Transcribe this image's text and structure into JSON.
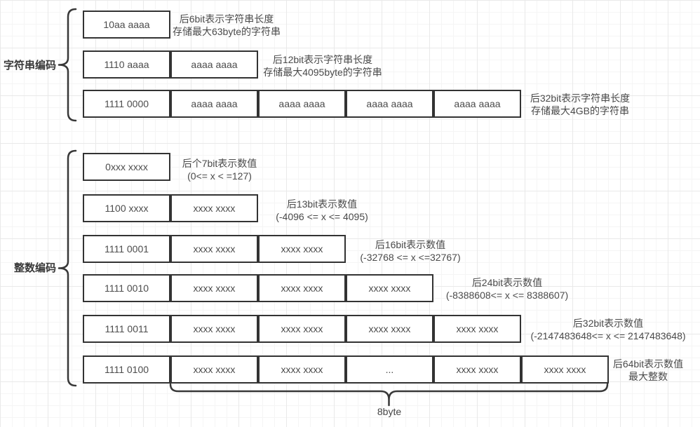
{
  "sections": [
    {
      "label": "字符串编码",
      "rows": [
        {
          "cells": [
            "10aa aaaa"
          ],
          "note": {
            "line1": "后6bit表示字符串长度",
            "line2": "存储最大63byte的字符串"
          }
        },
        {
          "cells": [
            "1110 aaaa",
            "aaaa aaaa"
          ],
          "note": {
            "line1": "后12bit表示字符串长度",
            "line2": "存储最大4095byte的字符串"
          }
        },
        {
          "cells": [
            "1111 0000",
            "aaaa aaaa",
            "aaaa aaaa",
            "aaaa aaaa",
            "aaaa aaaa"
          ],
          "note": {
            "line1": "后32bit表示字符串长度",
            "line2": "存储最大4GB的字符串"
          }
        }
      ]
    },
    {
      "label": "整数编码",
      "rows": [
        {
          "cells": [
            "0xxx xxxx"
          ],
          "note": {
            "line1": "后个7bit表示数值",
            "line2": "(0<= x < =127)"
          }
        },
        {
          "cells": [
            "1100 xxxx",
            "xxxx xxxx"
          ],
          "note": {
            "line1": "后13bit表示数值",
            "line2": "(-4096 <= x <= 4095)"
          }
        },
        {
          "cells": [
            "1111 0001",
            "xxxx xxxx",
            "xxxx xxxx"
          ],
          "note": {
            "line1": "后16bit表示数值",
            "line2": "(-32768 <= x <=32767)"
          }
        },
        {
          "cells": [
            "1111 0010",
            "xxxx xxxx",
            "xxxx xxxx",
            "xxxx xxxx"
          ],
          "note": {
            "line1": "后24bit表示数值",
            "line2": "(-8388608<= x <= 8388607)"
          }
        },
        {
          "cells": [
            "1111 0011",
            "xxxx xxxx",
            "xxxx xxxx",
            "xxxx xxxx",
            "xxxx xxxx"
          ],
          "note": {
            "line1": "后32bit表示数值",
            "line2": "(-2147483648<= x <= 2147483648)"
          }
        },
        {
          "cells": [
            "1111 0100",
            "xxxx xxxx",
            "xxxx xxxx",
            "...",
            "xxxx xxxx",
            "xxxx xxxx"
          ],
          "note": {
            "line1": "后64bit表示数值",
            "line2": "最大整数"
          }
        }
      ]
    }
  ],
  "footer": {
    "byte_brace_label": "8byte"
  },
  "colors": {
    "box_border": "#333333",
    "box_fill": "#ffffff",
    "box_text": "#4c4c4c",
    "note_text": "#4a4a4a",
    "brace_stroke": "#383838",
    "grid_major": "#e9e9e9",
    "grid_minor": "#f5f5f5"
  }
}
